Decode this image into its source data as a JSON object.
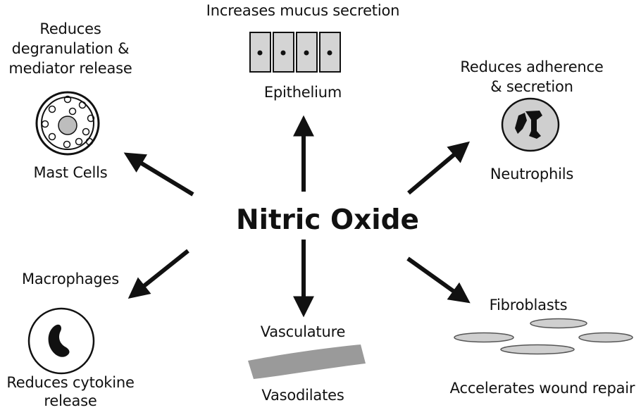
{
  "center": {
    "title": "Nitric Oxide"
  },
  "epithelium": {
    "effect": "Increases mucus secretion",
    "name": "Epithelium"
  },
  "mast_cells": {
    "effect_line1": "Reduces",
    "effect_line2": "degranulation &",
    "effect_line3": "mediator release",
    "name": "Mast Cells"
  },
  "neutrophils": {
    "effect_line1": "Reduces adherence",
    "effect_line2": "& secretion",
    "name": "Neutrophils"
  },
  "macrophages": {
    "name": "Macrophages",
    "effect_line1": "Reduces cytokine",
    "effect_line2": "release"
  },
  "vasculature": {
    "name": "Vasculature",
    "effect": "Vasodilates"
  },
  "fibroblasts": {
    "name": "Fibroblasts",
    "effect": "Accelerates wound repair"
  },
  "colors": {
    "stroke": "#111111",
    "cell_fill": "#cfcfcf",
    "vessel": "#999999"
  }
}
